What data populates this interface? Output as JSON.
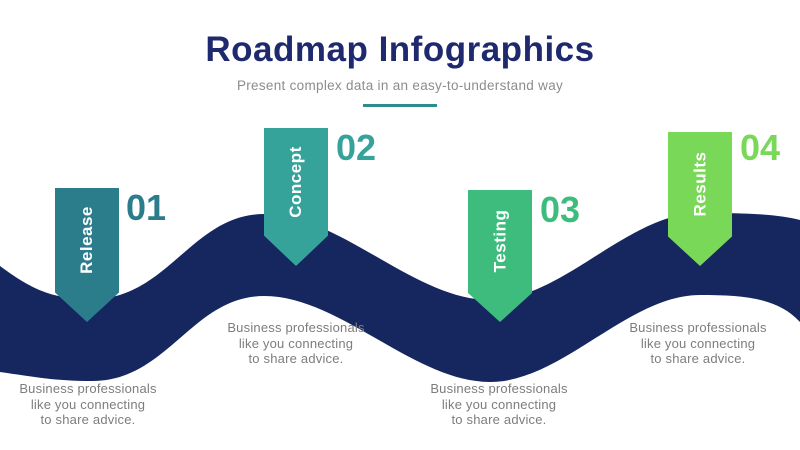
{
  "title": "Roadmap Infographics",
  "subtitle": "Present complex data in an easy-to-understand way",
  "colors": {
    "title": "#1f2a6e",
    "subtitle": "#8c8c8c",
    "wave": "#16275f",
    "accent_line": "#2e8c8a",
    "body_text": "#7d7d7d",
    "label_text": "#ffffff"
  },
  "milestones": [
    {
      "number": "01",
      "label": "Release",
      "color": "#2b7d8c",
      "description": "Business professionals\nlike you connecting\nto share advice."
    },
    {
      "number": "02",
      "label": "Concept",
      "color": "#36a39b",
      "description": "Business professionals\nlike you connecting\nto share advice."
    },
    {
      "number": "03",
      "label": "Testing",
      "color": "#3dbc7d",
      "description": "Business professionals\nlike you connecting\nto share advice."
    },
    {
      "number": "04",
      "label": "Results",
      "color": "#7ad858",
      "description": "Business professionals\nlike you connecting\nto share advice."
    }
  ]
}
